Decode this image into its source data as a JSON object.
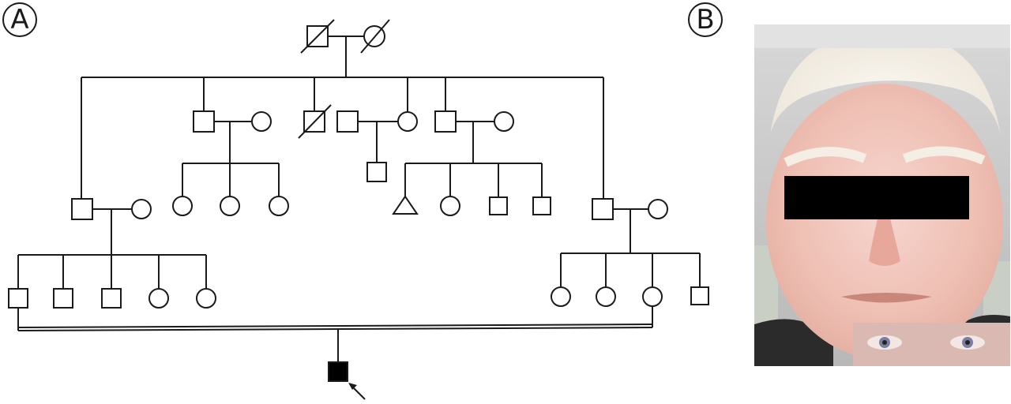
{
  "panels": {
    "a": {
      "label": "A"
    },
    "b": {
      "label": "B"
    }
  },
  "pedigree": {
    "generations": 4,
    "affected_count": 1,
    "proband": "IV-1",
    "consanguineous_union": true
  },
  "colors": {
    "line": "#1a1a1a",
    "affected_fill": "#000000",
    "unaffected_fill": "#ffffff",
    "censor_bar": "#000000"
  },
  "photo": {
    "description_icon": "face-photo",
    "eyes_inset": true,
    "face_censored": true
  }
}
